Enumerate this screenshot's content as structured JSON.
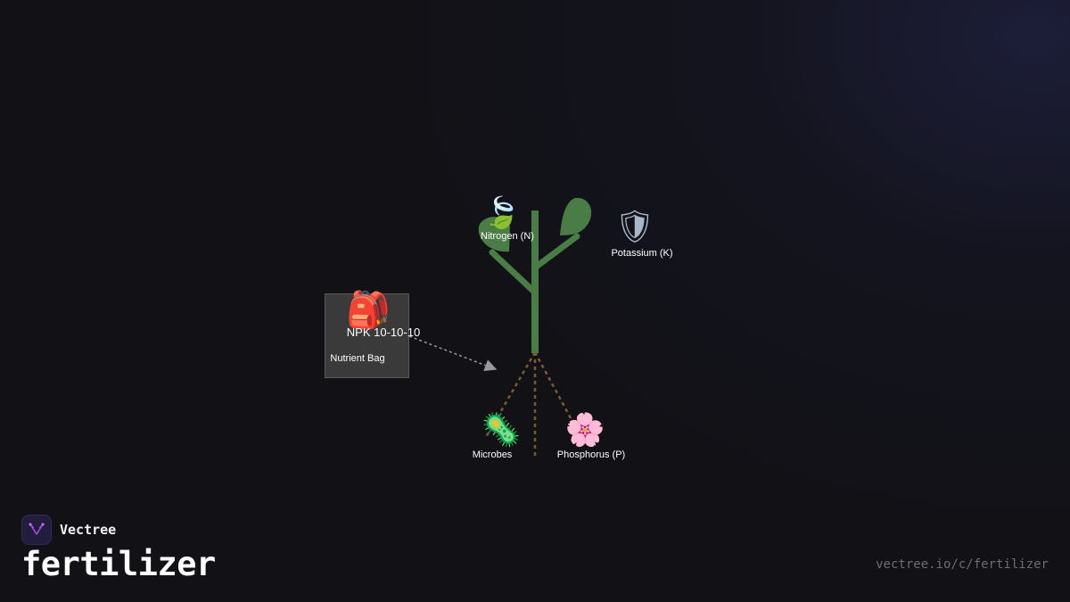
{
  "brand": {
    "name": "Vectree",
    "logo_icon": "vectree-fork-icon",
    "accent": "#a24be0"
  },
  "page": {
    "title": "fertilizer",
    "url": "vectree.io/c/fertilizer"
  },
  "diagram": {
    "colors": {
      "stem": "#4a7c46",
      "roots": "#7a5a36",
      "arrow": "#9a9a9a",
      "bag_fill": "#3a3a3a",
      "bag_border": "#5a5a5a",
      "label": "#ffffff"
    },
    "nodes": {
      "bag": {
        "icon": "backpack-icon",
        "glyph": "🎒",
        "title": "NPK 10-10-10",
        "label": "Nutrient Bag"
      },
      "nitrogen": {
        "icon": "leaf-icon",
        "glyph": "🍃",
        "label": "Nitrogen (N)"
      },
      "potassium": {
        "icon": "shield-icon",
        "glyph": "🛡",
        "label": "Potassium (K)"
      },
      "microbes": {
        "icon": "microbe-icon",
        "glyph": "🦠",
        "label": "Microbes"
      },
      "phosphorus": {
        "icon": "flower-icon",
        "glyph": "🌸",
        "label": "Phosphorus (P)"
      }
    }
  }
}
